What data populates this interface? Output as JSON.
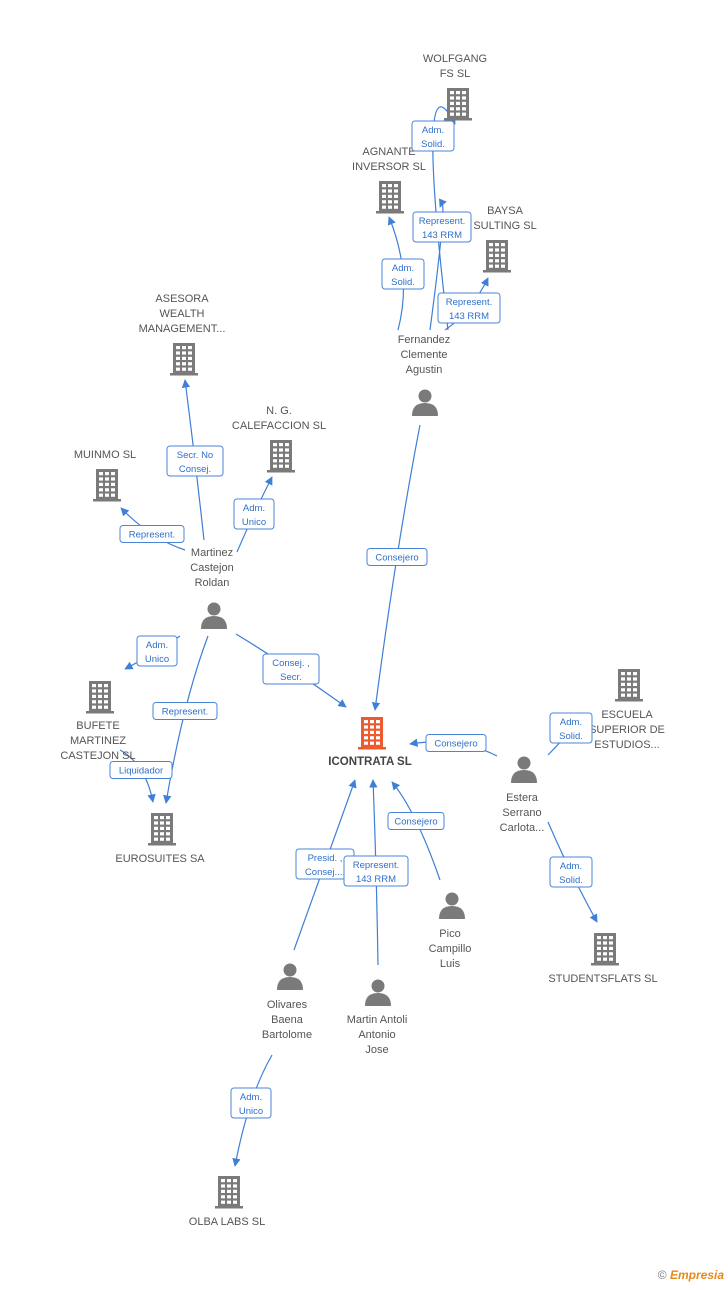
{
  "colors": {
    "company": "#7a7a7a",
    "center": "#ee5a2f",
    "person": "#7a7a7a",
    "edge": "#3f7fd6",
    "edge_label": "#2f6fc9"
  },
  "nodes": {
    "icontrata": {
      "lines": [
        "ICONTRATA SL"
      ],
      "kind": "center"
    },
    "wolfgang": {
      "lines": [
        "WOLFGANG",
        "FS  SL"
      ],
      "kind": "company"
    },
    "agnante": {
      "lines": [
        "AGNANTE",
        "INVERSOR SL"
      ],
      "kind": "company"
    },
    "baysa": {
      "lines": [
        "BAYSA",
        "SULTING SL"
      ],
      "kind": "company"
    },
    "asesora": {
      "lines": [
        "ASESORA",
        "WEALTH",
        "MANAGEMENT..."
      ],
      "kind": "company"
    },
    "ng": {
      "lines": [
        "N. G.",
        "CALEFACCION SL"
      ],
      "kind": "company"
    },
    "muinmo": {
      "lines": [
        "MUINMO SL"
      ],
      "kind": "company"
    },
    "bufete": {
      "lines": [
        "BUFETE",
        "MARTINEZ",
        "CASTEJON SL"
      ],
      "kind": "company"
    },
    "eurosuites": {
      "lines": [
        "EUROSUITES SA"
      ],
      "kind": "company"
    },
    "escuela": {
      "lines": [
        "ESCUELA",
        "SUPERIOR DE",
        "ESTUDIOS..."
      ],
      "kind": "company"
    },
    "studentsflats": {
      "lines": [
        "STUDENTSFLATS SL"
      ],
      "kind": "company"
    },
    "olba": {
      "lines": [
        "OLBA LABS  SL"
      ],
      "kind": "company"
    },
    "fernandez": {
      "lines": [
        "Fernandez",
        "Clemente",
        "Agustin"
      ],
      "kind": "person"
    },
    "martinez": {
      "lines": [
        "Martinez",
        "Castejon",
        "Roldan"
      ],
      "kind": "person"
    },
    "estera": {
      "lines": [
        "Estera",
        "Serrano",
        "Carlota..."
      ],
      "kind": "person"
    },
    "pico": {
      "lines": [
        "Pico",
        "Campillo",
        "Luis"
      ],
      "kind": "person"
    },
    "olivares": {
      "lines": [
        "Olivares",
        "Baena",
        "Bartolome"
      ],
      "kind": "person"
    },
    "martinantoli": {
      "lines": [
        "Martin Antoli",
        "Antonio",
        "Jose"
      ],
      "kind": "person"
    }
  },
  "edges": [
    {
      "from": "fernandez",
      "to": "wolfgang",
      "label": [
        "Adm.",
        "Solid."
      ]
    },
    {
      "from": "fernandez",
      "to": "agnante",
      "label": [
        "Adm.",
        "Solid."
      ]
    },
    {
      "from": "fernandez",
      "to": "agnante",
      "label": [
        "Represent.",
        "143 RRM"
      ]
    },
    {
      "from": "fernandez",
      "to": "baysa",
      "label": [
        "Represent.",
        "143 RRM"
      ]
    },
    {
      "from": "fernandez",
      "to": "icontrata",
      "label": [
        "Consejero"
      ]
    },
    {
      "from": "martinez",
      "to": "asesora",
      "label": [
        "Secr.  No",
        "Consej."
      ]
    },
    {
      "from": "martinez",
      "to": "ng",
      "label": [
        "Adm.",
        "Unico"
      ]
    },
    {
      "from": "martinez",
      "to": "muinmo",
      "label": [
        "Represent."
      ]
    },
    {
      "from": "martinez",
      "to": "bufete",
      "label": [
        "Adm.",
        "Unico"
      ]
    },
    {
      "from": "martinez",
      "to": "eurosuites",
      "label": [
        "Represent."
      ]
    },
    {
      "from": "martinez",
      "to": "icontrata",
      "label": [
        "Consej. ,",
        "Secr."
      ]
    },
    {
      "from": "bufete",
      "to": "eurosuites",
      "label": [
        "Liquidador"
      ]
    },
    {
      "from": "estera",
      "to": "icontrata",
      "label": [
        "Consejero"
      ]
    },
    {
      "from": "estera",
      "to": "escuela",
      "label": [
        "Adm.",
        "Solid."
      ]
    },
    {
      "from": "estera",
      "to": "studentsflats",
      "label": [
        "Adm.",
        "Solid."
      ]
    },
    {
      "from": "pico",
      "to": "icontrata",
      "label": [
        "Consejero"
      ]
    },
    {
      "from": "olivares",
      "to": "icontrata",
      "label": [
        "Presid. ,",
        "Consej...."
      ]
    },
    {
      "from": "martinantoli",
      "to": "icontrata",
      "label": [
        "Represent.",
        "143 RRM"
      ]
    },
    {
      "from": "olivares",
      "to": "olba",
      "label": [
        "Adm.",
        "Unico"
      ]
    }
  ],
  "credit": {
    "symbol": "©",
    "brand": "Empresia"
  }
}
